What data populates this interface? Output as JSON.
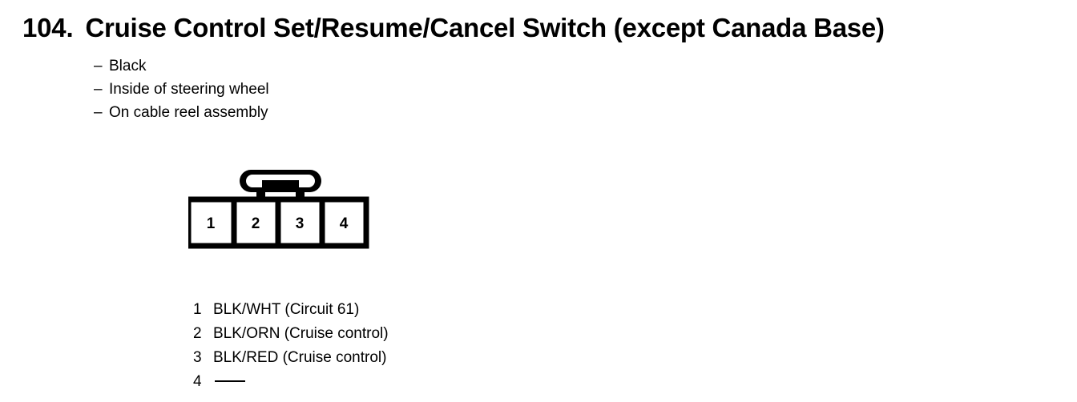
{
  "heading": {
    "number": "104.",
    "title": "Cruise Control Set/Resume/Cancel Switch (except Canada Base)"
  },
  "attributes": {
    "dash": "–",
    "items": [
      {
        "text": "Black"
      },
      {
        "text": "Inside of steering wheel"
      },
      {
        "text": "On cable reel assembly"
      }
    ]
  },
  "connector": {
    "cavity_count": 4,
    "cavities": [
      {
        "label": "1"
      },
      {
        "label": "2"
      },
      {
        "label": "3"
      },
      {
        "label": "4"
      }
    ],
    "has_latch_tab": true,
    "stroke_color": "#000000",
    "fill_color": "#ffffff"
  },
  "pins": [
    {
      "number": "1",
      "description": "BLK/WHT (Circuit 61)",
      "empty": false
    },
    {
      "number": "2",
      "description": "BLK/ORN (Cruise control)",
      "empty": false
    },
    {
      "number": "3",
      "description": "BLK/RED (Cruise control)",
      "empty": false
    },
    {
      "number": "4",
      "description": "",
      "empty": true
    }
  ]
}
